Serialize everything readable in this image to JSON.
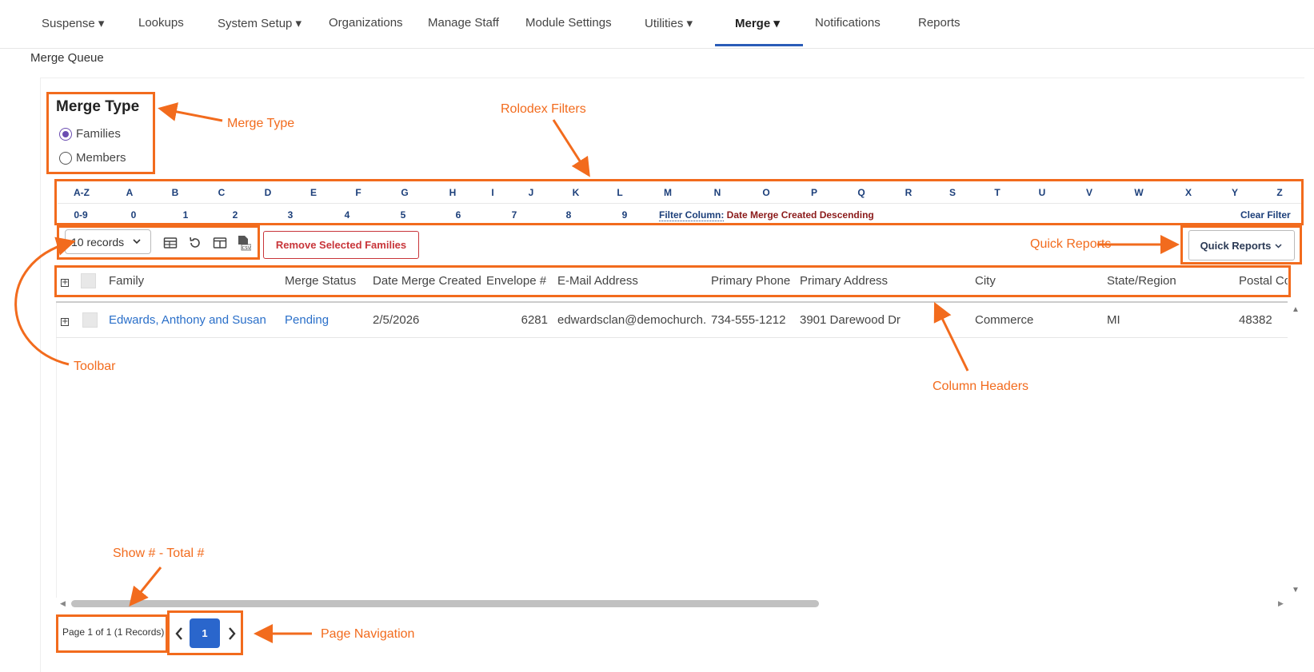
{
  "nav": {
    "items": [
      "Suspense ▾",
      "Lookups",
      "System Setup ▾",
      "Organizations",
      "Manage Staff",
      "Module Settings",
      "Utilities ▾",
      "Merge ▾",
      "Notifications",
      "Reports"
    ],
    "active_index": 7,
    "accent_color": "#2a5cb8"
  },
  "breadcrumb": "Merge Queue",
  "merge_type": {
    "title": "Merge Type",
    "options": [
      "Families",
      "Members"
    ],
    "selected": "Families"
  },
  "rolodex": {
    "letters": [
      "A-Z",
      "A",
      "B",
      "C",
      "D",
      "E",
      "F",
      "G",
      "H",
      "I",
      "J",
      "K",
      "L",
      "M",
      "N",
      "O",
      "P",
      "Q",
      "R",
      "S",
      "T",
      "U",
      "V",
      "W",
      "X",
      "Y",
      "Z"
    ],
    "digits": [
      "0-9",
      "0",
      "1",
      "2",
      "3",
      "4",
      "5",
      "6",
      "7",
      "8",
      "9"
    ],
    "filter_label": "Filter Column:",
    "filter_value": "Date Merge Created Descending",
    "clear_label": "Clear Filter"
  },
  "toolbar": {
    "records_select": "10 records",
    "icons": [
      "table-view-icon",
      "refresh-icon",
      "columns-icon",
      "csv-export-icon"
    ],
    "remove_label": "Remove Selected Families",
    "quick_reports_label": "Quick Reports"
  },
  "table": {
    "columns": [
      "Family",
      "Merge Status",
      "Date Merge Created",
      "Envelope #",
      "E-Mail Address",
      "Primary Phone",
      "Primary Address",
      "City",
      "State/Region",
      "Postal Code"
    ],
    "rows": [
      {
        "family": "Edwards, Anthony and Susan",
        "status": "Pending",
        "date": "2/5/2026",
        "envelope": "6281",
        "email": "edwardsclan@demochurch.",
        "phone": "734-555-1212",
        "address": "3901 Darewood Dr",
        "city": "Commerce",
        "state": "MI",
        "postal": "48382"
      }
    ]
  },
  "pager": {
    "info": "Page 1 of 1 (1 Records)",
    "current_page": "1"
  },
  "annotations": {
    "merge_type": "Merge Type",
    "rolodex": "Rolodex Filters",
    "quick_reports": "Quick Reports",
    "toolbar": "Toolbar",
    "column_headers": "Column Headers",
    "show_total": "Show # - Total #",
    "page_navigation": "Page Navigation",
    "color": "#f26b1d"
  }
}
